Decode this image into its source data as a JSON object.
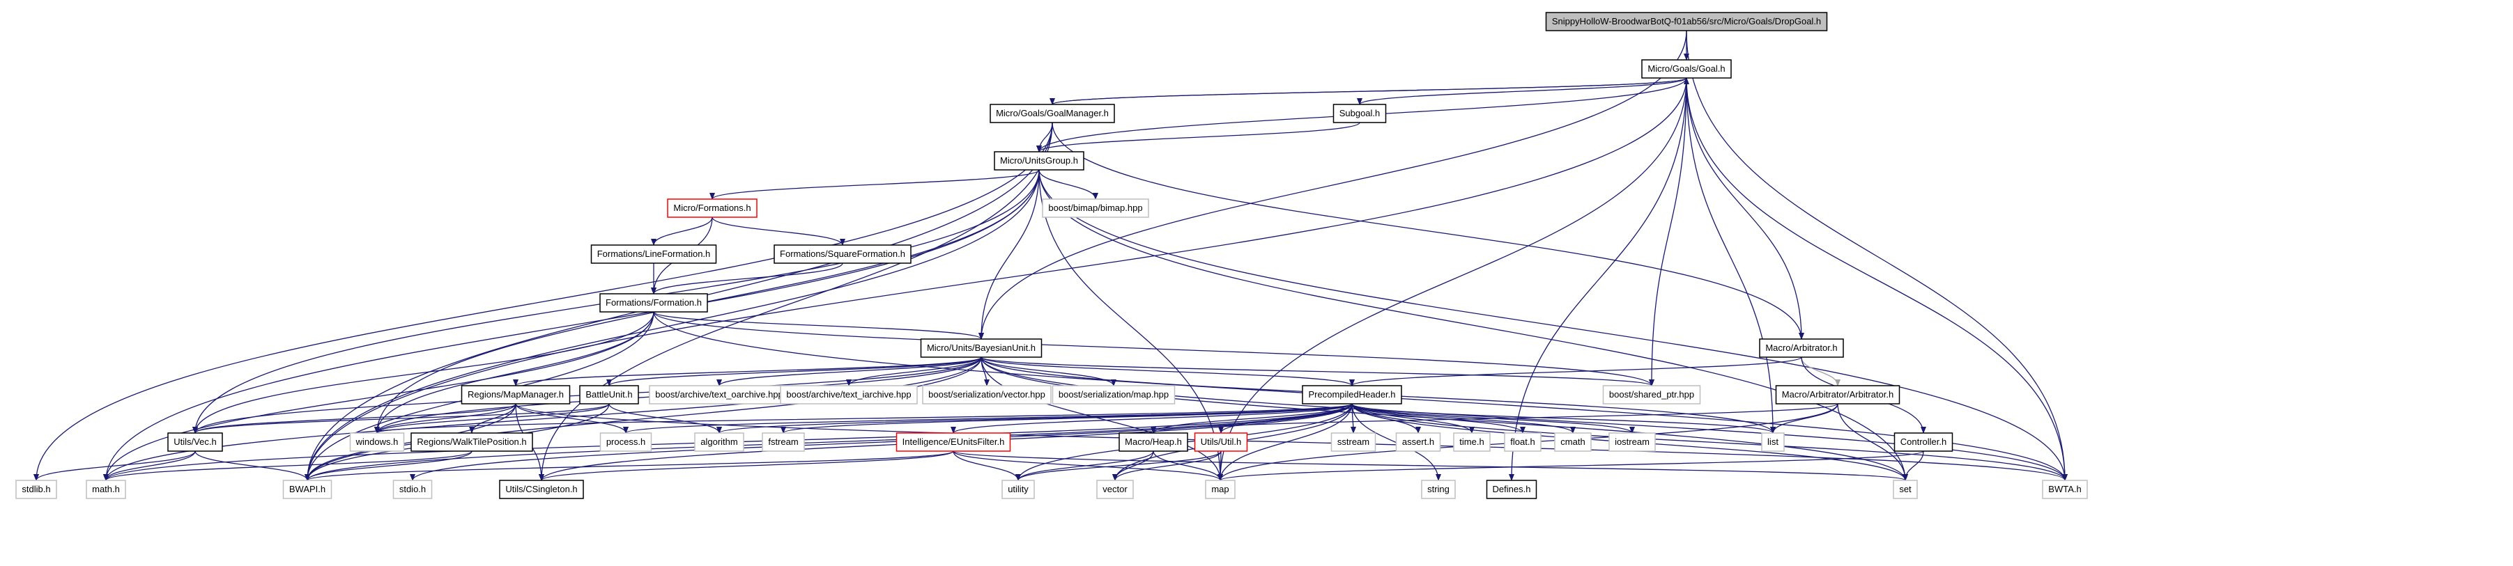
{
  "diagram": {
    "title": "SnippyHolloW-BroodwarBotQ-f01ab56/src/Micro/Goals/DropGoal.h",
    "colors": {
      "edge": "#191970",
      "root_fill": "#bfbfbf",
      "error_border": "#ff0000",
      "external_border": "#bfbfbf"
    },
    "nodes": [
      {
        "id": "root",
        "label": "SnippyHolloW-BroodwarBotQ-f01ab56/src/Micro/Goals/DropGoal.h",
        "kind": "root"
      },
      {
        "id": "goal",
        "label": "Micro/Goals/Goal.h",
        "kind": "normal"
      },
      {
        "id": "goalmgr",
        "label": "Micro/Goals/GoalManager.h",
        "kind": "normal"
      },
      {
        "id": "subgoal",
        "label": "Subgoal.h",
        "kind": "normal"
      },
      {
        "id": "unitsgroup",
        "label": "Micro/UnitsGroup.h",
        "kind": "normal"
      },
      {
        "id": "formations",
        "label": "Micro/Formations.h",
        "kind": "error"
      },
      {
        "id": "bimap",
        "label": "boost/bimap/bimap.hpp",
        "kind": "external"
      },
      {
        "id": "lineform",
        "label": "Formations/LineFormation.h",
        "kind": "normal"
      },
      {
        "id": "squareform",
        "label": "Formations/SquareFormation.h",
        "kind": "normal"
      },
      {
        "id": "formation",
        "label": "Formations/Formation.h",
        "kind": "normal"
      },
      {
        "id": "bayes",
        "label": "Micro/Units/BayesianUnit.h",
        "kind": "normal"
      },
      {
        "id": "arbitrator",
        "label": "Macro/Arbitrator.h",
        "kind": "normal"
      },
      {
        "id": "sharedptr",
        "label": "boost/shared_ptr.hpp",
        "kind": "external"
      },
      {
        "id": "mapmgr",
        "label": "Regions/MapManager.h",
        "kind": "normal"
      },
      {
        "id": "battleunit",
        "label": "BattleUnit.h",
        "kind": "normal"
      },
      {
        "id": "oarchive",
        "label": "boost/archive/text_oarchive.hpp",
        "kind": "external"
      },
      {
        "id": "iarchive",
        "label": "boost/archive/text_iarchive.hpp",
        "kind": "external"
      },
      {
        "id": "servector",
        "label": "boost/serialization/vector.hpp",
        "kind": "external"
      },
      {
        "id": "sermap",
        "label": "boost/serialization/map.hpp",
        "kind": "external"
      },
      {
        "id": "precomp",
        "label": "PrecompiledHeader.h",
        "kind": "normal"
      },
      {
        "id": "arbarb",
        "label": "Macro/Arbitrator/Arbitrator.h",
        "kind": "normal"
      },
      {
        "id": "utilsvec",
        "label": "Utils/Vec.h",
        "kind": "normal"
      },
      {
        "id": "windows",
        "label": "windows.h",
        "kind": "external"
      },
      {
        "id": "walktile",
        "label": "Regions/WalkTilePosition.h",
        "kind": "normal"
      },
      {
        "id": "process",
        "label": "process.h",
        "kind": "external"
      },
      {
        "id": "algorithm",
        "label": "algorithm",
        "kind": "external"
      },
      {
        "id": "fstream",
        "label": "fstream",
        "kind": "external"
      },
      {
        "id": "eunits",
        "label": "Intelligence/EUnitsFilter.h",
        "kind": "error"
      },
      {
        "id": "macroheap",
        "label": "Macro/Heap.h",
        "kind": "normal"
      },
      {
        "id": "utilsutil",
        "label": "Utils/Util.h",
        "kind": "error"
      },
      {
        "id": "sstream",
        "label": "sstream",
        "kind": "external"
      },
      {
        "id": "assert",
        "label": "assert.h",
        "kind": "external"
      },
      {
        "id": "time",
        "label": "time.h",
        "kind": "external"
      },
      {
        "id": "float",
        "label": "float.h",
        "kind": "external"
      },
      {
        "id": "cmath",
        "label": "cmath",
        "kind": "external"
      },
      {
        "id": "iostream",
        "label": "iostream",
        "kind": "external"
      },
      {
        "id": "list",
        "label": "list",
        "kind": "external"
      },
      {
        "id": "controller",
        "label": "Controller.h",
        "kind": "normal"
      },
      {
        "id": "stdlib",
        "label": "stdlib.h",
        "kind": "external"
      },
      {
        "id": "mathh",
        "label": "math.h",
        "kind": "external"
      },
      {
        "id": "bwapi",
        "label": "BWAPI.h",
        "kind": "external"
      },
      {
        "id": "stdio",
        "label": "stdio.h",
        "kind": "external"
      },
      {
        "id": "csingleton",
        "label": "Utils/CSingleton.h",
        "kind": "normal"
      },
      {
        "id": "utility",
        "label": "utility",
        "kind": "external"
      },
      {
        "id": "vector",
        "label": "vector",
        "kind": "external"
      },
      {
        "id": "map",
        "label": "map",
        "kind": "external"
      },
      {
        "id": "string",
        "label": "string",
        "kind": "external"
      },
      {
        "id": "defines",
        "label": "Defines.h",
        "kind": "normal"
      },
      {
        "id": "set",
        "label": "set",
        "kind": "external"
      },
      {
        "id": "bwta",
        "label": "BWTA.h",
        "kind": "external"
      }
    ]
  }
}
